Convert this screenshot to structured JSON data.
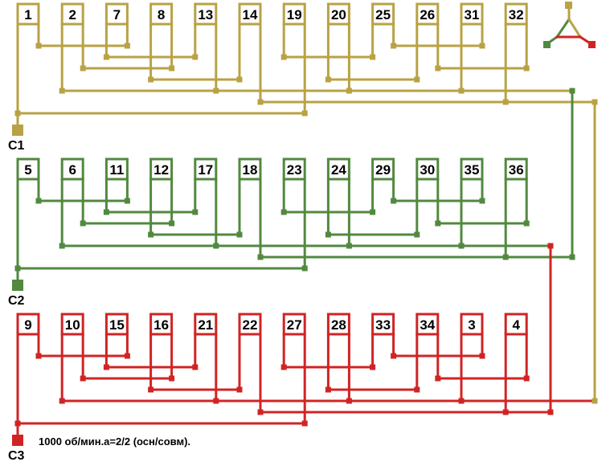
{
  "phases": [
    {
      "name": "C1",
      "color": "#b9a244",
      "slots": [
        "1",
        "2",
        "7",
        "8",
        "13",
        "14",
        "19",
        "20",
        "25",
        "26",
        "31",
        "32"
      ]
    },
    {
      "name": "C2",
      "color": "#52893f",
      "slots": [
        "5",
        "6",
        "11",
        "12",
        "17",
        "18",
        "23",
        "24",
        "29",
        "30",
        "35",
        "36"
      ]
    },
    {
      "name": "C3",
      "color": "#d02424",
      "slots": [
        "9",
        "10",
        "15",
        "16",
        "21",
        "22",
        "27",
        "28",
        "33",
        "34",
        "3",
        "4"
      ]
    }
  ],
  "caption": "1000 об/мин.a=2/2 (осн/совм)."
}
